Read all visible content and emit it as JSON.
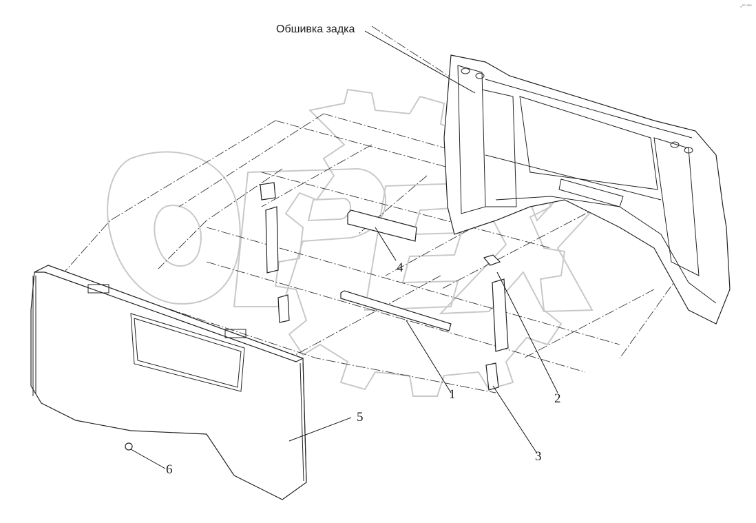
{
  "title": "Обшивка задка",
  "corner_mark": "ₓ⁰⁰ ⁰⁰⁰",
  "watermark": "OPEX",
  "callouts": [
    {
      "id": "1",
      "label": "1"
    },
    {
      "id": "2",
      "label": "2"
    },
    {
      "id": "3",
      "label": "3"
    },
    {
      "id": "4",
      "label": "4"
    },
    {
      "id": "5",
      "label": "5"
    },
    {
      "id": "6",
      "label": "6"
    }
  ]
}
